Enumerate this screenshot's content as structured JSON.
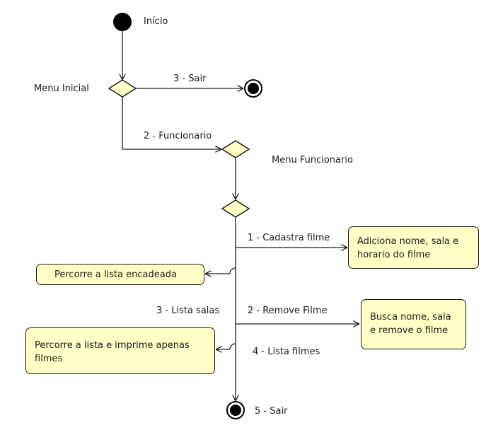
{
  "labels": {
    "start": "Início",
    "main_menu": "Menu Inicial",
    "exit_main": "3 - Sair",
    "employee_option": "2 - Funcionario",
    "employee_menu": "Menu Funcionario",
    "register_movie": "1 - Cadastra filme",
    "list_rooms": "3 - Lista salas",
    "remove_movie": "2 - Remove Filme",
    "list_movies": "4 - Lista filmes",
    "exit_employee": "5 - Sair"
  },
  "actions": {
    "add_movie": "Adiciona nome, sala e horario do filme",
    "walk_list": "Percorre a lista encadeada",
    "find_remove": "Busca nome, sala e remove o filme",
    "print_movies": "Percorre a lista e imprime apenas filmes"
  },
  "colors": {
    "fill": "#ffffc6",
    "stroke": "#1a1a1a"
  }
}
